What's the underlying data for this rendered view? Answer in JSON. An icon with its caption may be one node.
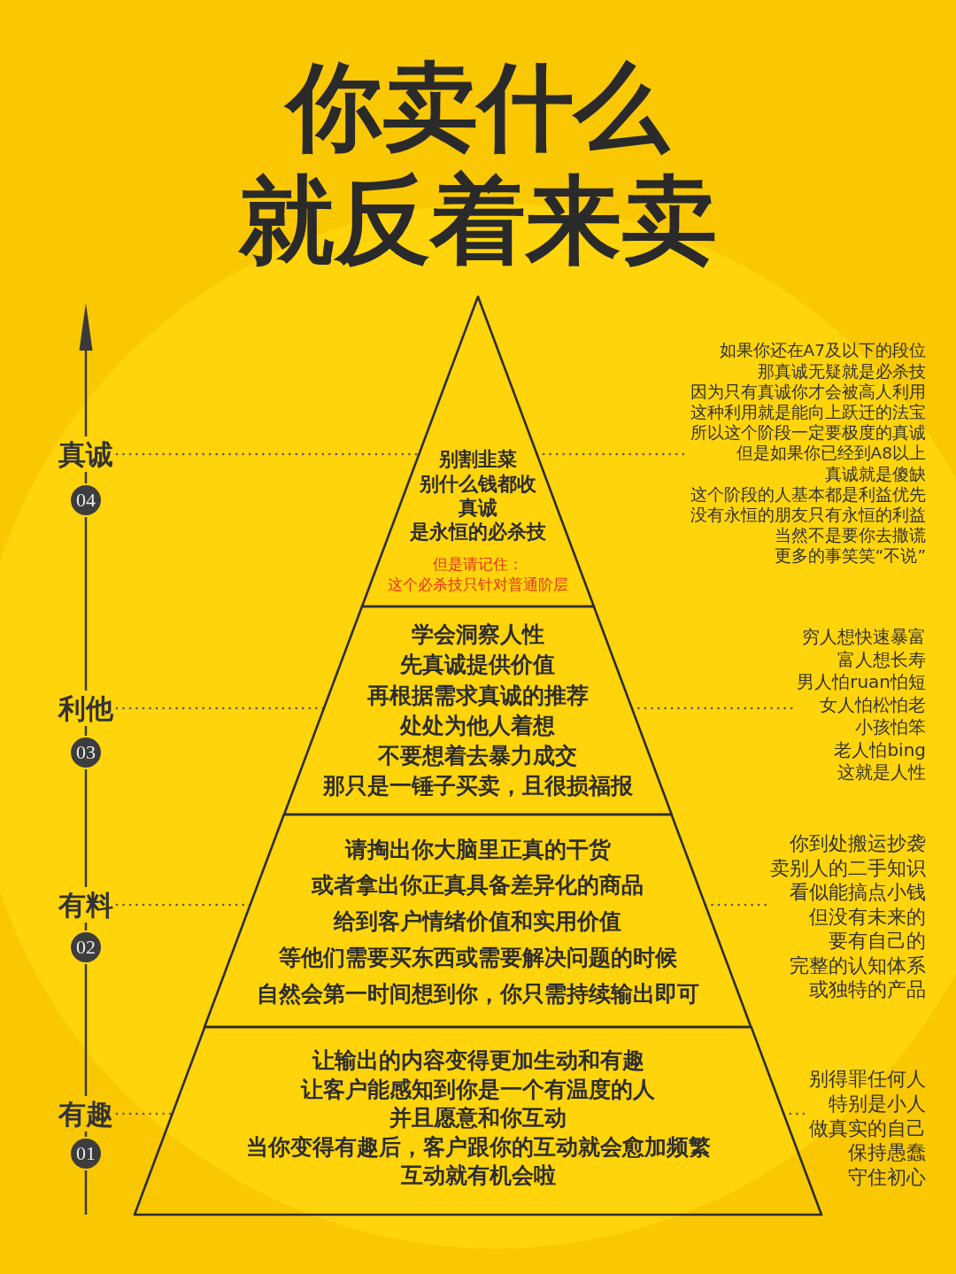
{
  "diagram": {
    "title": "你卖什么就反着来卖",
    "nodes": [
      {
        "text": [
          "真诚"
        ]
      },
      {
        "text": [
          "04"
        ]
      },
      {
        "text": [
          "别割韭菜",
          "别什么钱都收",
          "真诚",
          "是永恒的必杀技",
          "但是请记住：",
          "这个必杀技只针对普通阶层"
        ]
      },
      {
        "text": [
          "如果你还在A7及以下的段位",
          "那真诚无疑就是必杀技",
          "因为只有真诚你才会被高人利用",
          "这种利用就是能向上跃迁的法宝",
          "所以这个阶段一定要极度的真诚",
          "但是如果你已经到A8以上",
          "真诚就是傻缺",
          "这个阶段的人基本都是利益优先",
          "没有永恒的朋友只有永恒的利益",
          "当然不是要你去撒谎",
          "更多的事笑笑“不说”"
        ]
      },
      {
        "text": [
          "利他"
        ]
      },
      {
        "text": [
          "03"
        ]
      },
      {
        "text": [
          "学会洞察人性",
          "先真诚提供价值",
          "再根据需求真诚的推荐",
          "处处为他人着想",
          "不要想着去暴力成交",
          "那只是一锤子买卖，且很损福报"
        ]
      },
      {
        "text": [
          "穷人想快速暴富",
          "富人想长寿",
          "男人怕ruan怕短",
          "女人怕松怕老",
          "小孩怕笨",
          "老人怕bing",
          "这就是人性"
        ]
      },
      {
        "text": [
          "有料"
        ]
      },
      {
        "text": [
          "02"
        ]
      },
      {
        "text": [
          "请掏出你大脑里正真的干货",
          "或者拿出你正真具备差异化的商品",
          "给到客户情绪价值和实用价值",
          "等他们需要买东西或需要解决问题的时候",
          "自然会第一时间想到你，你只需持续输出即可"
        ]
      },
      {
        "text": [
          "你到处搬运抄袭",
          "卖别人的二手知识",
          "看似能搞点小钱",
          "但没有未来的",
          "要有自己的",
          "完整的认知体系",
          "或独特的产品"
        ]
      },
      {
        "text": [
          "有趣"
        ]
      },
      {
        "text": [
          "01"
        ]
      },
      {
        "text": [
          "让输出的内容变得更加生动和有趣",
          "让客户能感知到你是一个有温度的人",
          "并且愿意和你互动",
          "当你变得有趣后，客户跟你的互动就会愈加频繁",
          "互动就有机会啦"
        ]
      },
      {
        "text": [
          "别得罪任何人",
          "特别是小人",
          "做真实的自己",
          "保持愚蠢",
          "守住初心"
        ]
      }
    ],
    "edges": [
      {
        "from": 0,
        "to": 2,
        "arrow": "none",
        "style": "dashed"
      },
      {
        "from": 2,
        "to": 3,
        "arrow": "none",
        "style": "dashed"
      },
      {
        "from": 4,
        "to": 6,
        "arrow": "none",
        "style": "dashed"
      },
      {
        "from": 6,
        "to": 7,
        "arrow": "none",
        "style": "dashed"
      },
      {
        "from": 8,
        "to": 10,
        "arrow": "none",
        "style": "dashed"
      },
      {
        "from": 10,
        "to": 11,
        "arrow": "none",
        "style": "dashed"
      },
      {
        "from": 12,
        "to": 14,
        "arrow": "none",
        "style": "dashed"
      },
      {
        "from": 14,
        "to": 15,
        "arrow": "none",
        "style": "dashed"
      }
    ]
  }
}
